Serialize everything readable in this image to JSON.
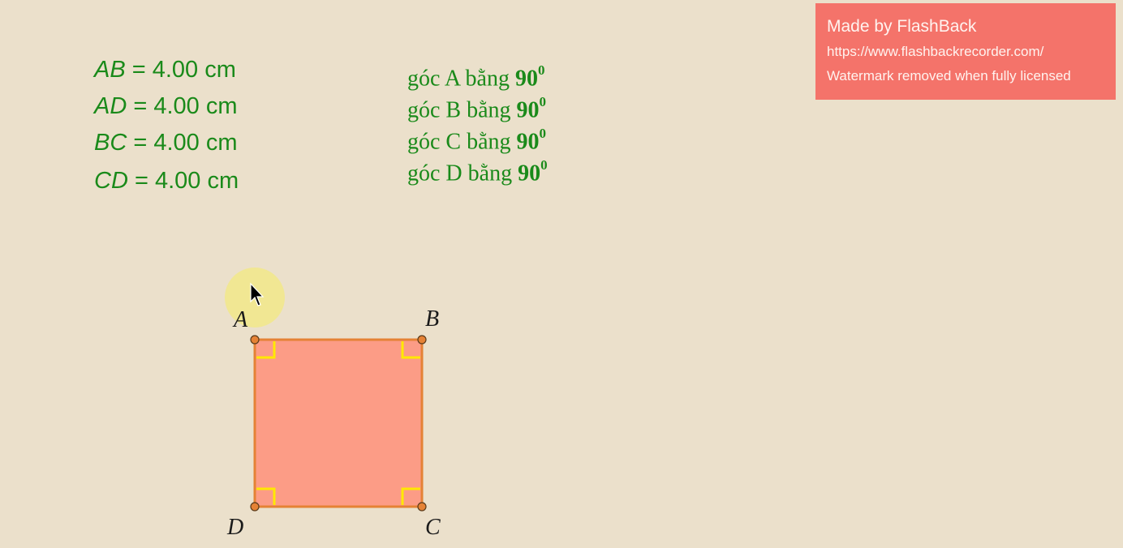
{
  "measurements": [
    {
      "segment": "AB",
      "value": "= 4.00 cm"
    },
    {
      "segment": "AD",
      "value": "= 4.00 cm"
    },
    {
      "segment": "BC",
      "value": "= 4.00 cm"
    },
    {
      "segment": "CD",
      "value": "= 4.00 cm"
    }
  ],
  "angles": [
    {
      "text": "góc A bằng ",
      "value": "90",
      "sup": "0"
    },
    {
      "text": "góc B bằng ",
      "value": "90",
      "sup": "0"
    },
    {
      "text": "góc C bằng ",
      "value": "90",
      "sup": "0"
    },
    {
      "text": "góc D bằng ",
      "value": "90",
      "sup": "0"
    }
  ],
  "watermark": {
    "title": "Made by FlashBack",
    "url": "https://www.flashbackrecorder.com/",
    "note": "Watermark removed when fully licensed"
  },
  "figure": {
    "vertices": [
      "A",
      "B",
      "C",
      "D"
    ],
    "fill_color": "#fc9c86",
    "edge_color": "#e58235",
    "right_angle_color": "#ffe800",
    "point_color": "#e58235"
  }
}
